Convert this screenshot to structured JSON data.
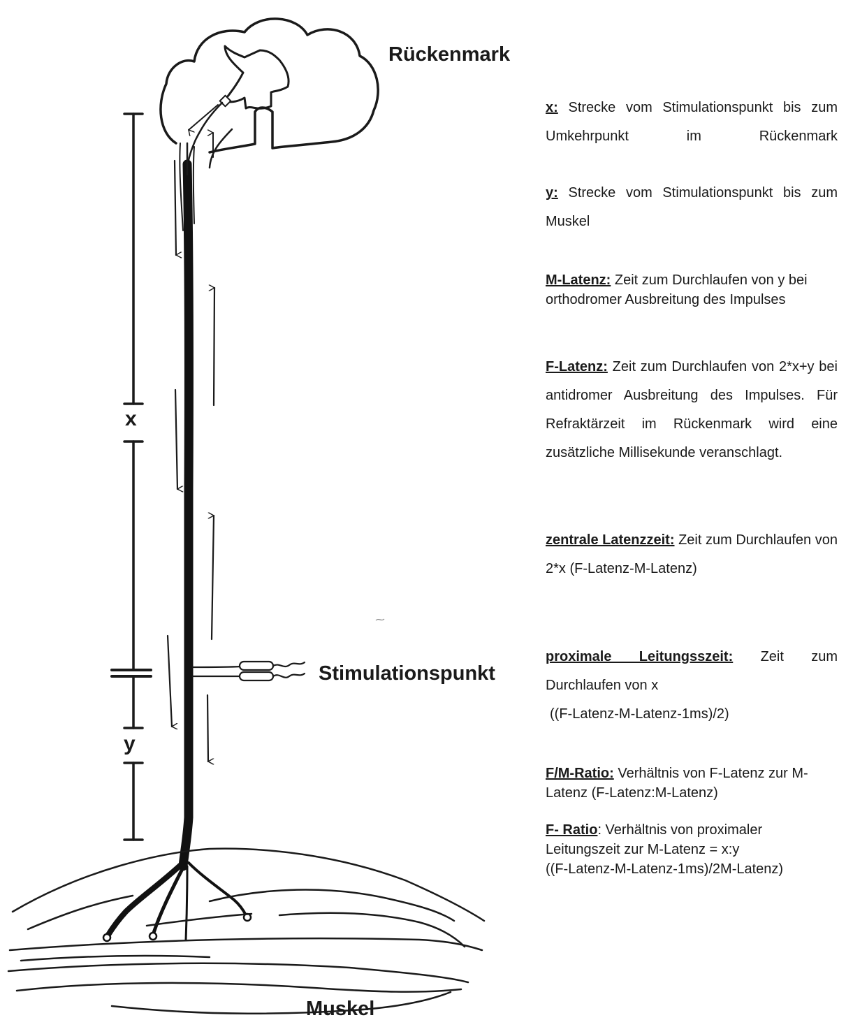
{
  "labels": {
    "spinal_cord": "Rückenmark",
    "stimulation_point": "Stimulationspunkt",
    "muscle": "Muskel",
    "x": "x",
    "y": "y"
  },
  "definitions": {
    "x": {
      "term": "x:",
      "text": "Strecke vom Stimulationspunkt bis zum Umkehrpunkt im Rückenmark"
    },
    "y": {
      "term": "y:",
      "text": "Strecke vom Stimulationspunkt bis zum Muskel"
    },
    "m_latenz": {
      "term": "M-Latenz:",
      "text": "Zeit zum Durchlaufen von y bei orthodromer Ausbreitung des Impulses"
    },
    "f_latenz": {
      "term": "F-Latenz:",
      "text": "Zeit zum Durchlaufen von 2*x+y bei antidromer Ausbreitung des Impulses. Für Refraktärzeit im Rückenmark wird eine zusätzliche Millisekunde veranschlagt."
    },
    "zentrale": {
      "term": "zentrale Latenzzeit:",
      "text": "Zeit zum Durchlaufen von 2*x (F-Latenz-M-Latenz)"
    },
    "proximale": {
      "term": "proximale Leitungsszeit:",
      "text": "Zeit zum Durchlaufen von x",
      "formula": "((F-Latenz-M-Latenz-1ms)/2)"
    },
    "fm_ratio": {
      "term": "F/M-Ratio:",
      "text": "Verhältnis von F-Latenz zur M-Latenz (F-Latenz:M-Latenz)"
    },
    "f_ratio": {
      "term": "F- Ratio",
      "text": ": Verhältnis von proximaler Leitungszeit zur M-Latenz = x:y",
      "formula": "((F-Latenz-M-Latenz-1ms)/2M-Latenz)"
    }
  }
}
